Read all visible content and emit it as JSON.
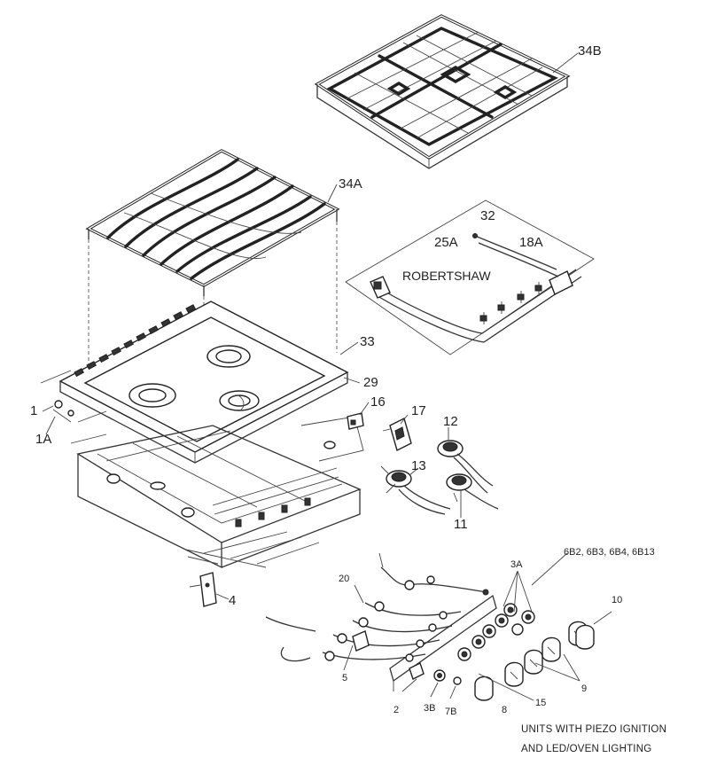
{
  "diagram": {
    "brand_label": "ROBERTSHAW",
    "notes": [
      "UNITS WITH PIEZO IGNITION",
      "AND LED/OVEN LIGHTING"
    ],
    "labels": {
      "p34B": "34B",
      "p34A": "34A",
      "p32": "32",
      "p25A": "25A",
      "p18A": "18A",
      "p33": "33",
      "p29": "29",
      "p1": "1",
      "p1A": "1A",
      "p16": "16",
      "p17": "17",
      "p12": "12",
      "p13": "13",
      "p11": "11",
      "p4": "4",
      "p6B": "6B2, 6B3, 6B4, 6B13",
      "p3A": "3A",
      "p10": "10",
      "p20": "20",
      "p5": "5",
      "p2": "2",
      "p3B": "3B",
      "p7B": "7B",
      "p8": "8",
      "p15": "15",
      "p9": "9"
    }
  }
}
